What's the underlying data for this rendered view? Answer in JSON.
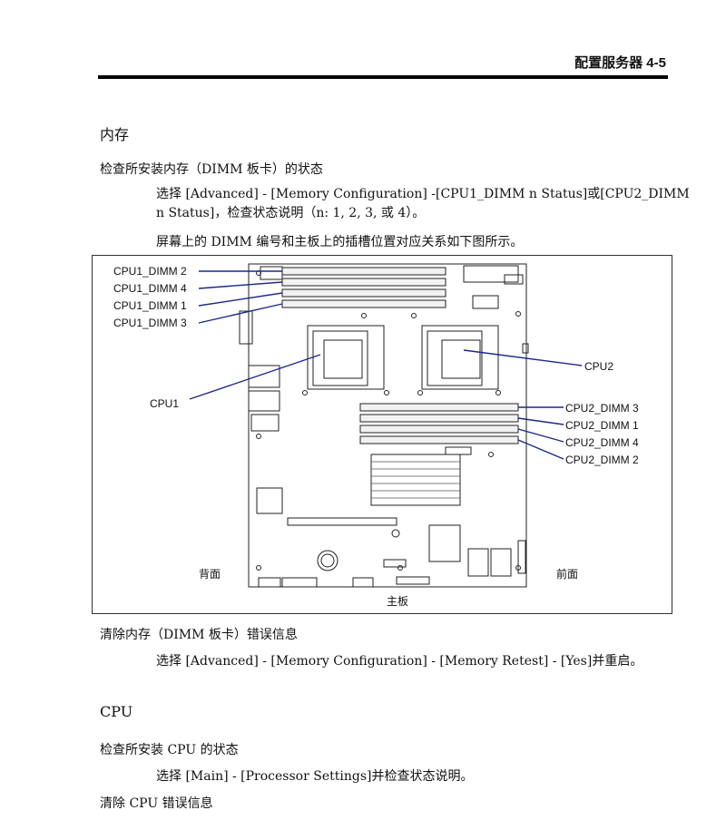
{
  "header": {
    "title": "配置服务器 4-5"
  },
  "memory": {
    "heading": "内存",
    "check_title": "检查所安装内存（DIMM 板卡）的状态",
    "check_instr_line1": "选择 [Advanced] - [Memory Configuration] -[CPU1_DIMM n Status]或[CPU2_DIMM",
    "check_instr_line2": "n Status]，检查状态说明（n: 1, 2, 3, 或 4）。",
    "mapping_note": "屏幕上的 DIMM 编号和主板上的插槽位置对应关系如下图所示。",
    "clear_title": "清除内存（DIMM 板卡）错误信息",
    "clear_instr": "选择 [Advanced] - [Memory Configuration] - [Memory Retest] - [Yes]并重启。"
  },
  "figure": {
    "labels_left": [
      "CPU1_DIMM 2",
      "CPU1_DIMM 4",
      "CPU1_DIMM 1",
      "CPU1_DIMM 3"
    ],
    "cpu1": "CPU1",
    "cpu2": "CPU2",
    "labels_right": [
      "CPU2_DIMM 3",
      "CPU2_DIMM 1",
      "CPU2_DIMM 4",
      "CPU2_DIMM 2"
    ],
    "back": "背面",
    "front": "前面",
    "caption": "主板",
    "line_color": "#1a2a8a"
  },
  "cpu": {
    "heading": "CPU",
    "check_title": "检查所安装 CPU 的状态",
    "check_instr": "选择 [Main] - [Processor Settings]并检查状态说明。",
    "clear_title": "清除 CPU 错误信息"
  }
}
